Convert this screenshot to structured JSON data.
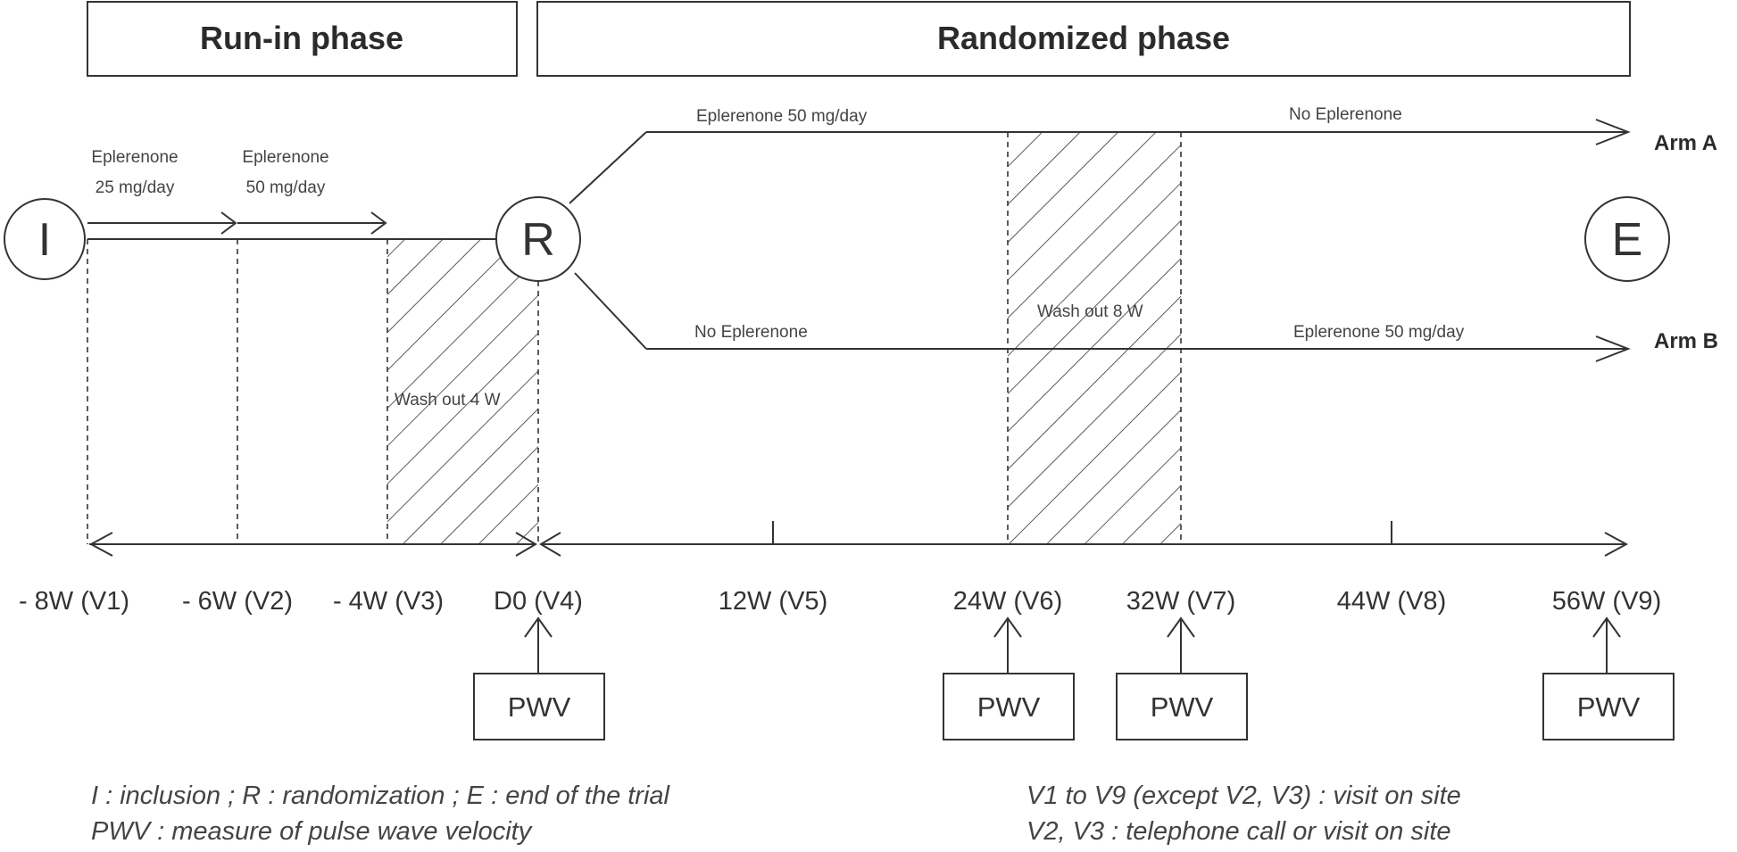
{
  "phases": {
    "run_in": "Run-in phase",
    "randomized": "Randomized phase"
  },
  "markers": {
    "inclusion": "I",
    "randomization": "R",
    "end": "E"
  },
  "run_in_doses": {
    "first_line1": "Eplerenone",
    "first_line2": "25 mg/day",
    "second_line1": "Eplerenone",
    "second_line2": "50 mg/day"
  },
  "arms": {
    "a_label": "Arm A",
    "b_label": "Arm B",
    "a_first": "Eplerenone  50 mg/day",
    "a_second": "No  Eplerenone",
    "b_first": "No Eplerenone",
    "b_second": "Eplerenone  50 mg/day"
  },
  "washouts": {
    "first": "Wash out  4 W",
    "second": "Wash out  8 W"
  },
  "timeline": {
    "ticks": [
      "- 8W (V1)",
      "- 6W (V2)",
      "- 4W (V3)",
      "D0 (V4)",
      "12W (V5)",
      "24W (V6)",
      "32W (V7)",
      "44W (V8)",
      "56W (V9)"
    ]
  },
  "pwv": {
    "label": "PWV"
  },
  "legend": {
    "line1": "I : inclusion ; R : randomization ; E : end of the trial",
    "line2": "PWV : measure of pulse wave velocity",
    "line3": "V1 to V9 (except V2, V3) : visit on site",
    "line4": "V2, V3 : telephone call or visit on site"
  }
}
